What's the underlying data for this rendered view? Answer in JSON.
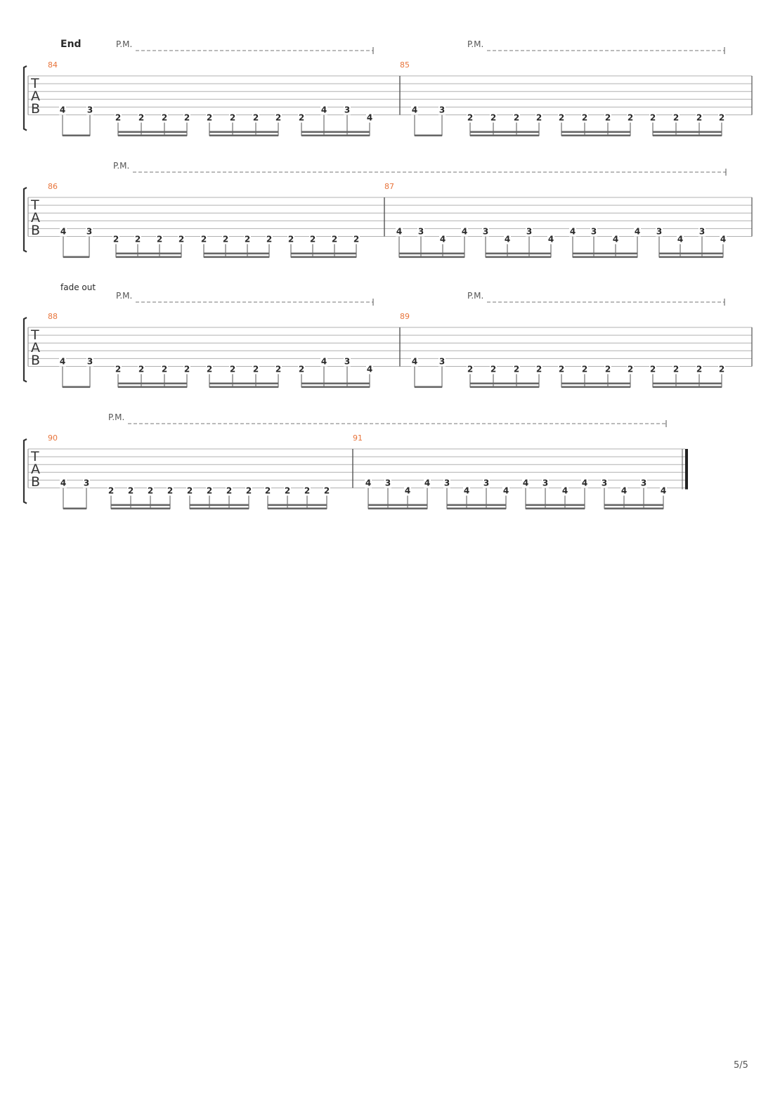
{
  "document": {
    "type": "guitar tablature",
    "page_number": "5/5",
    "section_marker": "End",
    "clef_letters": [
      "T",
      "A",
      "B"
    ],
    "palm_mute_label": "P.M.",
    "colors": {
      "measure_number": "#e8743b",
      "staff_line": "#b0b0b0",
      "ink": "#2a2a2a",
      "beam": "#666666"
    }
  },
  "systems": [
    {
      "marker": "End",
      "measures": [
        {
          "number": "84",
          "groups": [
            {
              "notes": [
                "4",
                "3"
              ],
              "strings": [
                6,
                6
              ],
              "beams": 1
            },
            {
              "notes": [
                "2",
                "2",
                "2",
                "2"
              ],
              "strings": [
                7,
                7,
                7,
                7
              ],
              "beams": 2
            },
            {
              "notes": [
                "2",
                "2",
                "2",
                "2"
              ],
              "strings": [
                7,
                7,
                7,
                7
              ],
              "beams": 2
            },
            {
              "notes": [
                "2",
                "4",
                "3",
                "4"
              ],
              "strings": [
                7,
                6,
                6,
                7
              ],
              "beams": 2
            }
          ]
        },
        {
          "number": "85",
          "groups": [
            {
              "notes": [
                "4",
                "3"
              ],
              "strings": [
                6,
                6
              ],
              "beams": 1
            },
            {
              "notes": [
                "2",
                "2",
                "2",
                "2"
              ],
              "strings": [
                7,
                7,
                7,
                7
              ],
              "beams": 2
            },
            {
              "notes": [
                "2",
                "2",
                "2",
                "2"
              ],
              "strings": [
                7,
                7,
                7,
                7
              ],
              "beams": 2
            },
            {
              "notes": [
                "2",
                "2",
                "2",
                "2"
              ],
              "strings": [
                7,
                7,
                7,
                7
              ],
              "beams": 2
            }
          ]
        }
      ]
    },
    {
      "marker": "",
      "measures": [
        {
          "number": "86",
          "groups": [
            {
              "notes": [
                "4",
                "3"
              ],
              "strings": [
                6,
                6
              ],
              "beams": 1
            },
            {
              "notes": [
                "2",
                "2",
                "2",
                "2"
              ],
              "strings": [
                7,
                7,
                7,
                7
              ],
              "beams": 2
            },
            {
              "notes": [
                "2",
                "2",
                "2",
                "2"
              ],
              "strings": [
                7,
                7,
                7,
                7
              ],
              "beams": 2
            },
            {
              "notes": [
                "2",
                "2",
                "2",
                "2"
              ],
              "strings": [
                7,
                7,
                7,
                7
              ],
              "beams": 2
            }
          ]
        },
        {
          "number": "87",
          "groups": [
            {
              "notes": [
                "4",
                "3",
                "4",
                "4"
              ],
              "strings": [
                6,
                6,
                7,
                6
              ],
              "beams": 2
            },
            {
              "notes": [
                "3",
                "4",
                "3",
                "4"
              ],
              "strings": [
                6,
                7,
                6,
                7
              ],
              "beams": 2
            },
            {
              "notes": [
                "4",
                "3",
                "4",
                "4"
              ],
              "strings": [
                6,
                6,
                7,
                6
              ],
              "beams": 2
            },
            {
              "notes": [
                "3",
                "4",
                "3",
                "4"
              ],
              "strings": [
                6,
                7,
                6,
                7
              ],
              "beams": 2
            }
          ]
        }
      ]
    },
    {
      "marker": "fade out",
      "measures": [
        {
          "number": "88",
          "groups": [
            {
              "notes": [
                "4",
                "3"
              ],
              "strings": [
                6,
                6
              ],
              "beams": 1
            },
            {
              "notes": [
                "2",
                "2",
                "2",
                "2"
              ],
              "strings": [
                7,
                7,
                7,
                7
              ],
              "beams": 2
            },
            {
              "notes": [
                "2",
                "2",
                "2",
                "2"
              ],
              "strings": [
                7,
                7,
                7,
                7
              ],
              "beams": 2
            },
            {
              "notes": [
                "2",
                "4",
                "3",
                "4"
              ],
              "strings": [
                7,
                6,
                6,
                7
              ],
              "beams": 2
            }
          ]
        },
        {
          "number": "89",
          "groups": [
            {
              "notes": [
                "4",
                "3"
              ],
              "strings": [
                6,
                6
              ],
              "beams": 1
            },
            {
              "notes": [
                "2",
                "2",
                "2",
                "2"
              ],
              "strings": [
                7,
                7,
                7,
                7
              ],
              "beams": 2
            },
            {
              "notes": [
                "2",
                "2",
                "2",
                "2"
              ],
              "strings": [
                7,
                7,
                7,
                7
              ],
              "beams": 2
            },
            {
              "notes": [
                "2",
                "2",
                "2",
                "2"
              ],
              "strings": [
                7,
                7,
                7,
                7
              ],
              "beams": 2
            }
          ]
        }
      ]
    },
    {
      "marker": "",
      "measures": [
        {
          "number": "90",
          "groups": [
            {
              "notes": [
                "4",
                "3"
              ],
              "strings": [
                6,
                6
              ],
              "beams": 1
            },
            {
              "notes": [
                "2",
                "2",
                "2",
                "2"
              ],
              "strings": [
                7,
                7,
                7,
                7
              ],
              "beams": 2
            },
            {
              "notes": [
                "2",
                "2",
                "2",
                "2"
              ],
              "strings": [
                7,
                7,
                7,
                7
              ],
              "beams": 2
            },
            {
              "notes": [
                "2",
                "2",
                "2",
                "2"
              ],
              "strings": [
                7,
                7,
                7,
                7
              ],
              "beams": 2
            }
          ]
        },
        {
          "number": "91",
          "groups": [
            {
              "notes": [
                "4",
                "3",
                "4",
                "4"
              ],
              "strings": [
                6,
                6,
                7,
                6
              ],
              "beams": 2
            },
            {
              "notes": [
                "3",
                "4",
                "3",
                "4"
              ],
              "strings": [
                6,
                7,
                6,
                7
              ],
              "beams": 2
            },
            {
              "notes": [
                "4",
                "3",
                "4",
                "4"
              ],
              "strings": [
                6,
                6,
                7,
                6
              ],
              "beams": 2
            },
            {
              "notes": [
                "3",
                "4",
                "3",
                "4"
              ],
              "strings": [
                6,
                7,
                6,
                7
              ],
              "beams": 2
            }
          ]
        }
      ]
    }
  ]
}
